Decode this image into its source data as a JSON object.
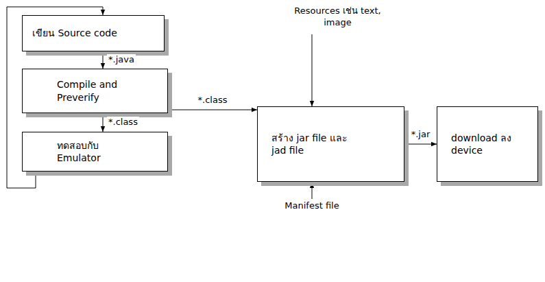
{
  "diagram": {
    "nodes": [
      {
        "text": [
          "เขียน Source code"
        ]
      },
      {
        "text": [
          "Compile and Preverify"
        ]
      },
      {
        "text": [
          "ทดสอบกับ Emulator"
        ]
      },
      {
        "text": [
          "สร้าง jar file และ jad file"
        ]
      },
      {
        "text": [
          "download ลง device"
        ]
      }
    ],
    "edges": [
      {
        "from": 0,
        "to": 1,
        "label": "*.java",
        "arrow": "to"
      },
      {
        "from": 1,
        "to": 2,
        "label": "*.class",
        "arrow": "to"
      },
      {
        "from": 1,
        "to": 3,
        "label": "*.class",
        "arrow": "to"
      },
      {
        "from": 3,
        "to": 4,
        "label": "*.jar",
        "arrow": "to"
      },
      {
        "from": 2,
        "to": 0,
        "arrow": "to"
      }
    ],
    "labels": [
      "Resources เช่น text, image",
      "Manifest file"
    ]
  }
}
